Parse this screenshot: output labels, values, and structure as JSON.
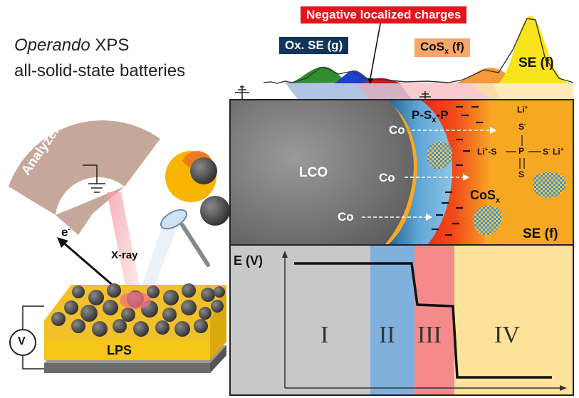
{
  "title": {
    "line1_italic": "Operando",
    "line1_rest": " XPS",
    "line2": "all-solid-state batteries"
  },
  "spectrum_labels": {
    "negative": "Negative localized charges",
    "ox_se": "Ox. SE (g)",
    "cos": "CoS",
    "cos_sub": "x",
    "cos_tail": " (f)",
    "se": "SE (f)"
  },
  "left": {
    "analyzer": "Analyzer",
    "electron": "e",
    "electron_sup": "-",
    "xray": "X-ray",
    "lps": "LPS",
    "voltmeter": "V"
  },
  "interface": {
    "lco": "LCO",
    "co": "Co",
    "psp_a": "P-S",
    "psp_sub": "x",
    "psp_b": "-P",
    "cos": "CoS",
    "cos_sub": "x",
    "se": "SE (f)",
    "struct": {
      "li_top": "Li",
      "s_top": "S",
      "li_left": "Li",
      "s_left": "S",
      "p": "P",
      "s_right": "S",
      "li_right": "Li",
      "s_bottom": "S",
      "plus": "+",
      "minus": "-"
    }
  },
  "energy_plot": {
    "ylabel": "E (V)",
    "regions": [
      "I",
      "II",
      "III",
      "IV"
    ]
  },
  "colors": {
    "region_I": "#c8c8c8",
    "region_II": "#7fb1dc",
    "region_III": "#f58a8a",
    "region_IV": "#fde29a",
    "ox_badge": "#10355c",
    "neg_badge": "#e3141b",
    "cos_badge": "#f7a66c",
    "se_orange": "#f7a823",
    "lps_yellow": "#f5c518"
  }
}
